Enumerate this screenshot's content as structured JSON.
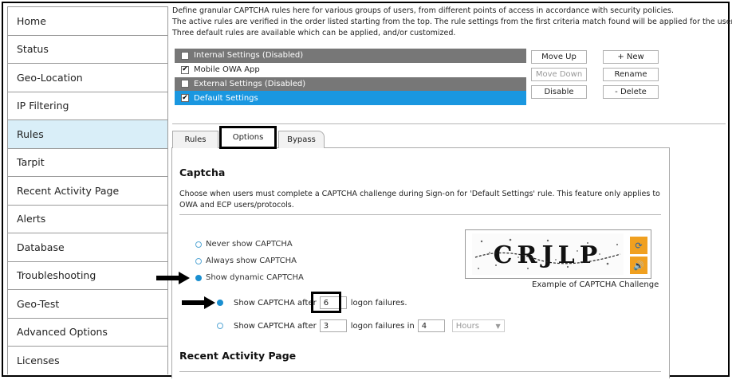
{
  "sidebar": {
    "items": [
      {
        "label": "Home"
      },
      {
        "label": "Status"
      },
      {
        "label": "Geo-Location"
      },
      {
        "label": "IP Filtering"
      },
      {
        "label": "Rules"
      },
      {
        "label": "Tarpit"
      },
      {
        "label": "Recent Activity Page"
      },
      {
        "label": "Alerts"
      },
      {
        "label": "Database"
      },
      {
        "label": "Troubleshooting"
      },
      {
        "label": "Geo-Test"
      },
      {
        "label": "Advanced Options"
      },
      {
        "label": "Licenses"
      }
    ],
    "active": "Rules"
  },
  "description": {
    "line1": "Define granular CAPTCHA rules here for various groups of users, from different points of access in accordance with security policies.",
    "line2": "The active rules are verified in the order listed starting from the top. The rule settings from the first criteria match found will be applied for the user.",
    "line3": "Three default rules are available which can be applied, and/or customized."
  },
  "rules": [
    {
      "label": "Internal Settings (Disabled)",
      "checked": false
    },
    {
      "label": "Mobile OWA App",
      "checked": true
    },
    {
      "label": "External Settings (Disabled)",
      "checked": false
    },
    {
      "label": "Default Settings",
      "checked": true
    }
  ],
  "buttons": {
    "move_up": "Move Up",
    "move_down": "Move Down",
    "disable": "Disable",
    "new": "+ New",
    "rename": "Rename",
    "delete": "- Delete"
  },
  "tabs": {
    "rules": "Rules",
    "options": "Options",
    "bypass": "Bypass"
  },
  "captcha": {
    "heading": "Captcha",
    "description": "Choose when users must complete a CAPTCHA challenge during Sign-on for 'Default Settings' rule. This feature only applies to OWA and ECP users/protocols.",
    "options": {
      "never": "Never show CAPTCHA",
      "always": "Always show CAPTCHA",
      "dynamic": "Show dynamic CAPTCHA"
    },
    "dynamic_1": {
      "prefix": "Show CAPTCHA after",
      "value": "6",
      "suffix": "logon failures."
    },
    "dynamic_2": {
      "prefix": "Show CAPTCHA after",
      "value": "3",
      "middle": "logon failures in",
      "value2": "4",
      "unit": "Hours"
    },
    "example_text": "CRJLP",
    "example_caption": "Example of CAPTCHA Challenge"
  },
  "recent_activity": {
    "heading": "Recent Activity Page"
  },
  "colors": {
    "selected_rule": "#1a97e0",
    "disabled_rule": "#777777",
    "active_nav": "#d9eef8",
    "captcha_button": "#f0a020"
  }
}
